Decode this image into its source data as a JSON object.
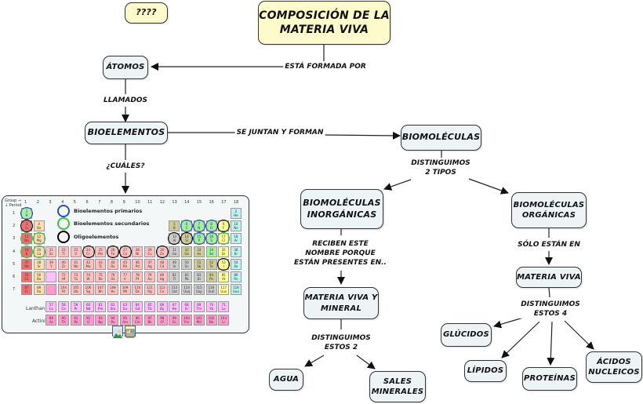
{
  "map_title": "Composición de la materia viva",
  "nodes": {
    "unknown": "????",
    "title": "Composición de la\nmateria viva",
    "atomos": "Átomos",
    "bioelementos": "Bioelementos",
    "biomoleculas": "Biomoléculas",
    "inorganicas": "Biomoléculas\ninorgánicas",
    "organicas": "Biomoléculas\norgánicas",
    "materia_viva_mineral": "Materia viva y\nmineral",
    "materia_viva": "Materia viva",
    "agua": "Agua",
    "sales": "Sales\nminerales",
    "glucidos": "Glúcidos",
    "lipidos": "Lípidos",
    "proteinas": "Proteínas",
    "acidos": "Ácidos\nnucleicos"
  },
  "links": {
    "esta_formada_por": "Está formada por",
    "llamados": "Llamados",
    "cuales": "¿Cuáles?",
    "se_juntan": "Se juntan y forman",
    "distinguimos_2_tipos": "Distinguimos\n2 tipos",
    "reciben": "Reciben este\nnombre porque\nestán presentes en..",
    "solo_estan": "Sólo están en",
    "distinguimos_estos_2": "Distinguimos\nestos 2",
    "distinguimos_estos_4": "Distinguimos\nestos 4"
  },
  "periodic_table": {
    "group_label": "Group →",
    "period_label": "↓ Period",
    "groups": [
      "1",
      "2",
      "3",
      "4",
      "5",
      "6",
      "7",
      "8",
      "9",
      "10",
      "11",
      "12",
      "13",
      "14",
      "15",
      "16",
      "17",
      "18"
    ],
    "periods": [
      "1",
      "2",
      "3",
      "4",
      "5",
      "6",
      "7"
    ],
    "legend": [
      {
        "label": "Bioelementos primarios",
        "color": "#2a4fc4"
      },
      {
        "label": "Bioelementos secundarios",
        "color": "#3cc43c"
      },
      {
        "label": "Oligoelementos",
        "color": "#000000"
      }
    ],
    "lanthanides_label": "Lanthanides",
    "actinides_label": "Actinides",
    "elements": [
      {
        "z": 1,
        "s": "H",
        "p": 1,
        "g": 1,
        "c": "#a8f0a8",
        "ring": "primary"
      },
      {
        "z": 2,
        "s": "He",
        "p": 1,
        "g": 18,
        "c": "#c0f0f0"
      },
      {
        "z": 3,
        "s": "Li",
        "p": 2,
        "g": 1,
        "c": "#f07070",
        "ring": "oligo"
      },
      {
        "z": 4,
        "s": "Be",
        "p": 2,
        "g": 2,
        "c": "#ffdead"
      },
      {
        "z": 5,
        "s": "B",
        "p": 2,
        "g": 13,
        "c": "#cccc99"
      },
      {
        "z": 6,
        "s": "C",
        "p": 2,
        "g": 14,
        "c": "#a0f0a0",
        "ring": "primary"
      },
      {
        "z": 7,
        "s": "N",
        "p": 2,
        "g": 15,
        "c": "#a0f0a0",
        "ring": "primary"
      },
      {
        "z": 8,
        "s": "O",
        "p": 2,
        "g": 16,
        "c": "#a0f0a0",
        "ring": "primary"
      },
      {
        "z": 9,
        "s": "F",
        "p": 2,
        "g": 17,
        "c": "#ffff99",
        "ring": "oligo"
      },
      {
        "z": 10,
        "s": "Ne",
        "p": 2,
        "g": 18,
        "c": "#c0f0f0"
      },
      {
        "z": 11,
        "s": "Na",
        "p": 3,
        "g": 1,
        "c": "#f07070",
        "ring": "secondary"
      },
      {
        "z": 12,
        "s": "Mg",
        "p": 3,
        "g": 2,
        "c": "#ffdead",
        "ring": "secondary"
      },
      {
        "z": 13,
        "s": "Al",
        "p": 3,
        "g": 13,
        "c": "#cccccc",
        "ring": "oligo"
      },
      {
        "z": 14,
        "s": "Si",
        "p": 3,
        "g": 14,
        "c": "#cccc99",
        "ring": "oligo"
      },
      {
        "z": 15,
        "s": "P",
        "p": 3,
        "g": 15,
        "c": "#a0f0a0",
        "ring": "primary"
      },
      {
        "z": 16,
        "s": "S",
        "p": 3,
        "g": 16,
        "c": "#a0f0a0",
        "ring": "primary"
      },
      {
        "z": 17,
        "s": "Cl",
        "p": 3,
        "g": 17,
        "c": "#ffff99",
        "ring": "secondary"
      },
      {
        "z": 18,
        "s": "Ar",
        "p": 3,
        "g": 18,
        "c": "#c0f0f0"
      },
      {
        "z": 19,
        "s": "K",
        "p": 4,
        "g": 1,
        "c": "#f07070",
        "ring": "secondary"
      },
      {
        "z": 20,
        "s": "Ca",
        "p": 4,
        "g": 2,
        "c": "#ffdead",
        "ring": "secondary"
      },
      {
        "z": 21,
        "s": "Sc",
        "p": 4,
        "g": 3,
        "c": "#ffc0c0"
      },
      {
        "z": 22,
        "s": "Ti",
        "p": 4,
        "g": 4,
        "c": "#ffc0c0"
      },
      {
        "z": 23,
        "s": "V",
        "p": 4,
        "g": 5,
        "c": "#ffc0c0"
      },
      {
        "z": 24,
        "s": "Cr",
        "p": 4,
        "g": 6,
        "c": "#ffc0c0",
        "ring": "oligo"
      },
      {
        "z": 25,
        "s": "Mn",
        "p": 4,
        "g": 7,
        "c": "#ffc0c0"
      },
      {
        "z": 26,
        "s": "Fe",
        "p": 4,
        "g": 8,
        "c": "#ffc0c0",
        "ring": "oligo"
      },
      {
        "z": 27,
        "s": "Co",
        "p": 4,
        "g": 9,
        "c": "#ffc0c0",
        "ring": "oligo"
      },
      {
        "z": 28,
        "s": "Ni",
        "p": 4,
        "g": 10,
        "c": "#ffc0c0"
      },
      {
        "z": 29,
        "s": "Cu",
        "p": 4,
        "g": 11,
        "c": "#ffc0c0"
      },
      {
        "z": 30,
        "s": "Zn",
        "p": 4,
        "g": 12,
        "c": "#ffc0c0",
        "ring": "oligo"
      },
      {
        "z": 31,
        "s": "Ga",
        "p": 4,
        "g": 13,
        "c": "#cccccc"
      },
      {
        "z": 32,
        "s": "Ge",
        "p": 4,
        "g": 14,
        "c": "#cccc99"
      },
      {
        "z": 33,
        "s": "As",
        "p": 4,
        "g": 15,
        "c": "#cccc99"
      },
      {
        "z": 34,
        "s": "Se",
        "p": 4,
        "g": 16,
        "c": "#a0f0a0"
      },
      {
        "z": 35,
        "s": "Br",
        "p": 4,
        "g": 17,
        "c": "#ffff99"
      },
      {
        "z": 36,
        "s": "Kr",
        "p": 4,
        "g": 18,
        "c": "#c0f0f0"
      },
      {
        "z": 37,
        "s": "Rb",
        "p": 5,
        "g": 1,
        "c": "#f07070"
      },
      {
        "z": 38,
        "s": "Sr",
        "p": 5,
        "g": 2,
        "c": "#ffdead"
      },
      {
        "z": 39,
        "s": "Y",
        "p": 5,
        "g": 3,
        "c": "#ffc0c0"
      },
      {
        "z": 40,
        "s": "Zr",
        "p": 5,
        "g": 4,
        "c": "#ffc0c0"
      },
      {
        "z": 41,
        "s": "Nb",
        "p": 5,
        "g": 5,
        "c": "#ffc0c0"
      },
      {
        "z": 42,
        "s": "Mo",
        "p": 5,
        "g": 6,
        "c": "#ffc0c0"
      },
      {
        "z": 43,
        "s": "Tc",
        "p": 5,
        "g": 7,
        "c": "#ffc0c0"
      },
      {
        "z": 44,
        "s": "Ru",
        "p": 5,
        "g": 8,
        "c": "#ffc0c0"
      },
      {
        "z": 45,
        "s": "Rh",
        "p": 5,
        "g": 9,
        "c": "#ffc0c0"
      },
      {
        "z": 46,
        "s": "Pd",
        "p": 5,
        "g": 10,
        "c": "#ffc0c0"
      },
      {
        "z": 47,
        "s": "Ag",
        "p": 5,
        "g": 11,
        "c": "#ffc0c0"
      },
      {
        "z": 48,
        "s": "Cd",
        "p": 5,
        "g": 12,
        "c": "#ffc0c0"
      },
      {
        "z": 49,
        "s": "In",
        "p": 5,
        "g": 13,
        "c": "#cccccc"
      },
      {
        "z": 50,
        "s": "Sn",
        "p": 5,
        "g": 14,
        "c": "#cccccc"
      },
      {
        "z": 51,
        "s": "Sb",
        "p": 5,
        "g": 15,
        "c": "#cccc99"
      },
      {
        "z": 52,
        "s": "Te",
        "p": 5,
        "g": 16,
        "c": "#cccc99"
      },
      {
        "z": 53,
        "s": "I",
        "p": 5,
        "g": 17,
        "c": "#ffff99",
        "ring": "oligo"
      },
      {
        "z": 54,
        "s": "Xe",
        "p": 5,
        "g": 18,
        "c": "#c0f0f0"
      },
      {
        "z": 55,
        "s": "Cs",
        "p": 6,
        "g": 1,
        "c": "#f07070"
      },
      {
        "z": 56,
        "s": "Ba",
        "p": 6,
        "g": 2,
        "c": "#ffdead"
      },
      {
        "z": "",
        "s": "",
        "p": 6,
        "g": 3,
        "c": "#ffbfff"
      },
      {
        "z": 72,
        "s": "Hf",
        "p": 6,
        "g": 4,
        "c": "#ffc0c0"
      },
      {
        "z": 73,
        "s": "Ta",
        "p": 6,
        "g": 5,
        "c": "#ffc0c0"
      },
      {
        "z": 74,
        "s": "W",
        "p": 6,
        "g": 6,
        "c": "#ffc0c0"
      },
      {
        "z": 75,
        "s": "Re",
        "p": 6,
        "g": 7,
        "c": "#ffc0c0"
      },
      {
        "z": 76,
        "s": "Os",
        "p": 6,
        "g": 8,
        "c": "#ffc0c0"
      },
      {
        "z": 77,
        "s": "Ir",
        "p": 6,
        "g": 9,
        "c": "#ffc0c0"
      },
      {
        "z": 78,
        "s": "Pt",
        "p": 6,
        "g": 10,
        "c": "#ffc0c0"
      },
      {
        "z": 79,
        "s": "Au",
        "p": 6,
        "g": 11,
        "c": "#ffc0c0"
      },
      {
        "z": 80,
        "s": "Hg",
        "p": 6,
        "g": 12,
        "c": "#ffc0c0"
      },
      {
        "z": 81,
        "s": "Tl",
        "p": 6,
        "g": 13,
        "c": "#cccccc"
      },
      {
        "z": 82,
        "s": "Pb",
        "p": 6,
        "g": 14,
        "c": "#cccccc"
      },
      {
        "z": 83,
        "s": "Bi",
        "p": 6,
        "g": 15,
        "c": "#cccccc"
      },
      {
        "z": 84,
        "s": "Po",
        "p": 6,
        "g": 16,
        "c": "#cccc99"
      },
      {
        "z": 85,
        "s": "At",
        "p": 6,
        "g": 17,
        "c": "#ffff99"
      },
      {
        "z": 86,
        "s": "Rn",
        "p": 6,
        "g": 18,
        "c": "#c0f0f0"
      },
      {
        "z": 87,
        "s": "Fr",
        "p": 7,
        "g": 1,
        "c": "#f07070"
      },
      {
        "z": 88,
        "s": "Ra",
        "p": 7,
        "g": 2,
        "c": "#ffdead"
      },
      {
        "z": "",
        "s": "",
        "p": 7,
        "g": 3,
        "c": "#ff99cc"
      },
      {
        "z": 104,
        "s": "Rf",
        "p": 7,
        "g": 4,
        "c": "#ffc0c0"
      },
      {
        "z": 105,
        "s": "Db",
        "p": 7,
        "g": 5,
        "c": "#ffc0c0"
      },
      {
        "z": 106,
        "s": "Sg",
        "p": 7,
        "g": 6,
        "c": "#ffc0c0"
      },
      {
        "z": 107,
        "s": "Bh",
        "p": 7,
        "g": 7,
        "c": "#ffc0c0"
      },
      {
        "z": 108,
        "s": "Hs",
        "p": 7,
        "g": 8,
        "c": "#ffc0c0"
      },
      {
        "z": 109,
        "s": "Mt",
        "p": 7,
        "g": 9,
        "c": "#ffc0c0"
      },
      {
        "z": 110,
        "s": "Ds",
        "p": 7,
        "g": 10,
        "c": "#ffc0c0"
      },
      {
        "z": 111,
        "s": "Rg",
        "p": 7,
        "g": 11,
        "c": "#ffc0c0"
      },
      {
        "z": 112,
        "s": "Cn",
        "p": 7,
        "g": 12,
        "c": "#ffc0c0"
      },
      {
        "z": 113,
        "s": "Uut",
        "p": 7,
        "g": 13,
        "c": "#cccccc"
      },
      {
        "z": 114,
        "s": "Uuq",
        "p": 7,
        "g": 14,
        "c": "#cccccc"
      },
      {
        "z": 115,
        "s": "Uup",
        "p": 7,
        "g": 15,
        "c": "#cccccc"
      },
      {
        "z": 116,
        "s": "Uuh",
        "p": 7,
        "g": 16,
        "c": "#cccccc"
      },
      {
        "z": 117,
        "s": "Uus",
        "p": 7,
        "g": 17,
        "c": "#ffff99"
      },
      {
        "z": 118,
        "s": "Uuo",
        "p": 7,
        "g": 18,
        "c": "#c0f0f0"
      }
    ],
    "lanthanides": [
      {
        "z": 57,
        "s": "La"
      },
      {
        "z": 58,
        "s": "Ce"
      },
      {
        "z": 59,
        "s": "Pr"
      },
      {
        "z": 60,
        "s": "Nd"
      },
      {
        "z": 61,
        "s": "Pm"
      },
      {
        "z": 62,
        "s": "Sm"
      },
      {
        "z": 63,
        "s": "Eu"
      },
      {
        "z": 64,
        "s": "Gd"
      },
      {
        "z": 65,
        "s": "Tb"
      },
      {
        "z": 66,
        "s": "Dy"
      },
      {
        "z": 67,
        "s": "Ho"
      },
      {
        "z": 68,
        "s": "Er"
      },
      {
        "z": 69,
        "s": "Tm"
      },
      {
        "z": 70,
        "s": "Yb"
      },
      {
        "z": 71,
        "s": "Lu"
      }
    ],
    "actinides": [
      {
        "z": 89,
        "s": "Ac"
      },
      {
        "z": 90,
        "s": "Th"
      },
      {
        "z": 91,
        "s": "Pa"
      },
      {
        "z": 92,
        "s": "U"
      },
      {
        "z": 93,
        "s": "Np"
      },
      {
        "z": 94,
        "s": "Pu"
      },
      {
        "z": 95,
        "s": "Am"
      },
      {
        "z": 96,
        "s": "Cm"
      },
      {
        "z": 97,
        "s": "Bk"
      },
      {
        "z": 98,
        "s": "Cf"
      },
      {
        "z": 99,
        "s": "Es"
      },
      {
        "z": 100,
        "s": "Fm"
      },
      {
        "z": 101,
        "s": "Md"
      },
      {
        "z": 102,
        "s": "No"
      },
      {
        "z": 103,
        "s": "Lr"
      }
    ],
    "lanthanide_color": "#ffbfff",
    "actinide_color": "#ff99cc"
  },
  "attachments": [
    {
      "icon": "image-icon"
    },
    {
      "icon": "document-icon"
    }
  ]
}
